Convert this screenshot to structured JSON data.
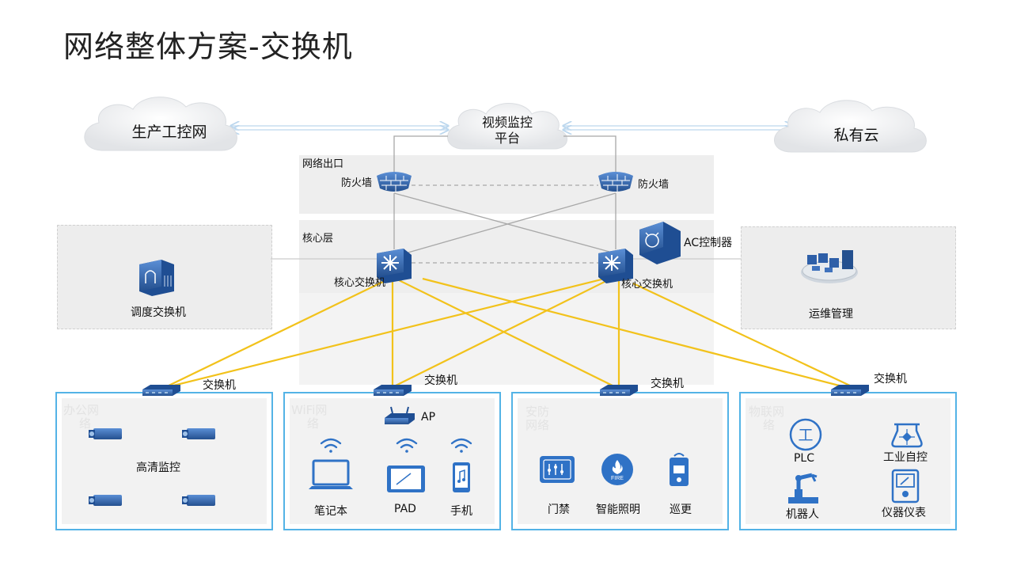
{
  "title": "网络整体方案-交换机",
  "clouds": {
    "left": "生产工控网",
    "center_line1": "视频监控",
    "center_line2": "平台",
    "right": "私有云"
  },
  "zones": {
    "egress": "网络出口",
    "core": "核心层"
  },
  "firewalls": [
    "防火墙",
    "防火墙"
  ],
  "core_switches": [
    "核心交换机",
    "核心交换机"
  ],
  "ac_controller": "AC控制器",
  "dispatch_switch": "调度交换机",
  "ops": "运维管理",
  "access_switches": [
    "交换机",
    "交换机",
    "交换机",
    "交换机"
  ],
  "networks": [
    {
      "watermark_1": "办公网",
      "watermark_2": "络",
      "items": [
        "高清监控"
      ]
    },
    {
      "watermark_1": "WiFi网",
      "watermark_2": "络",
      "ap": "AP",
      "items": [
        "笔记本",
        "PAD",
        "手机"
      ]
    },
    {
      "watermark_1": "安防",
      "watermark_2": "网络",
      "items": [
        "门禁",
        "智能照明",
        "巡更"
      ],
      "fire_badge": "FIRE"
    },
    {
      "watermark_1": "物联网",
      "watermark_2": "络",
      "items": [
        "PLC",
        "工业自控",
        "机器人",
        "仪器仪表"
      ],
      "plc_glyph": "工"
    }
  ],
  "colors": {
    "uplink": "#f2c21b",
    "box_border": "#53b3e6",
    "device_blue": "#2e5fa8"
  }
}
